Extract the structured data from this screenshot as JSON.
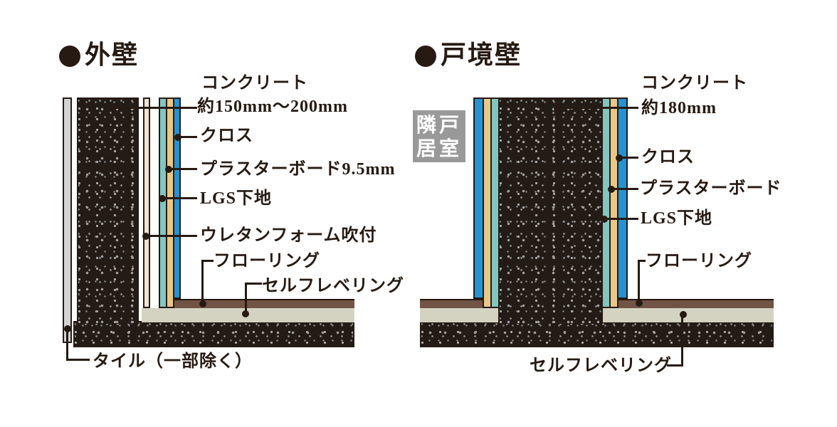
{
  "colors": {
    "background": "#ffffff",
    "ink": "#261a12",
    "concrete_fill": "#231c16",
    "concrete_speckle": "#9f9f9f",
    "tile": "#d3d3d4",
    "foam": "#efe4d4",
    "lgs_teal": "#82c6c1",
    "plasterboard_tan": "#e9c786",
    "cross_blue": "#2592d4",
    "flooring_brown": "#715445",
    "self_leveling": "#d4d3c1",
    "neighbor_gray": "#9a999a",
    "neighbor_text": "#ffffff"
  },
  "left_diagram": {
    "title": "外壁",
    "labels": {
      "concrete_name": "コンクリート",
      "concrete_size": "約150mm〜200mm",
      "cross": "クロス",
      "plasterboard": "プラスターボード9.5mm",
      "lgs": "LGS下地",
      "urethane": "ウレタンフォーム吹付",
      "flooring": "フローリング",
      "self_leveling": "セルフレベリング",
      "tile": "タイル（一部除く）"
    }
  },
  "right_diagram": {
    "title": "戸境壁",
    "neighbor_room": {
      "line1": "隣戸",
      "line2": "居室"
    },
    "labels": {
      "concrete_name": "コンクリート",
      "concrete_size": "約180mm",
      "cross": "クロス",
      "plasterboard": "プラスターボード",
      "lgs": "LGS下地",
      "flooring": "フローリング",
      "self_leveling": "セルフレベリング"
    }
  }
}
